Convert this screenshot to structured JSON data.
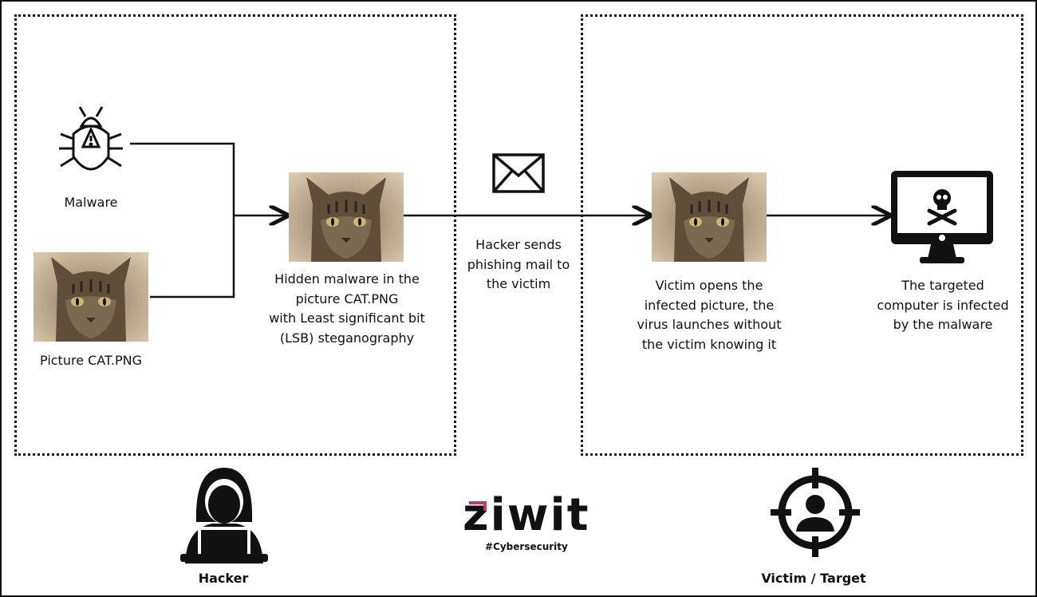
{
  "hacker_side": {
    "malware_label": "Malware",
    "picture_label": "Picture CAT.PNG",
    "hidden_caption": [
      "Hidden malware in the",
      "picture CAT.PNG",
      "with Least significant bit",
      "(LSB) steganography"
    ]
  },
  "mail": {
    "caption": [
      "Hacker sends",
      "phishing mail to",
      "the victim"
    ]
  },
  "victim_side": {
    "opens_caption": [
      "Victim opens the",
      "infected picture, the",
      "virus launches without",
      "the victim knowing it"
    ],
    "infected_caption": [
      "The targeted",
      "computer is infected",
      "by the malware"
    ]
  },
  "footer": {
    "hacker_label": "Hacker",
    "victim_label": "Victim / Target",
    "logo_text": "ziwit",
    "logo_tagline": "#Cybersecurity",
    "logo_accent": "#c0396b"
  }
}
